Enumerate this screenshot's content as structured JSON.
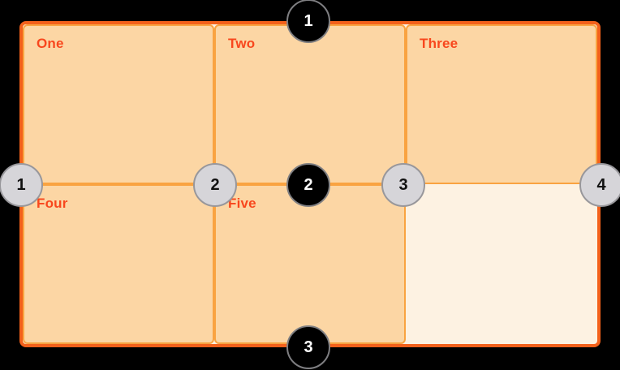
{
  "diagram": {
    "description": "CSS grid diagram with numbered grid lines",
    "grid": {
      "columns": 3,
      "rows": 2,
      "cells": [
        {
          "label": "One"
        },
        {
          "label": "Two"
        },
        {
          "label": "Three"
        },
        {
          "label": "Four"
        },
        {
          "label": "Five"
        }
      ],
      "empty_cell": {
        "present": true,
        "position": "row 2, column 3"
      }
    },
    "line_numbers": {
      "rows": [
        "1",
        "2",
        "3"
      ],
      "columns": [
        "1",
        "2",
        "3",
        "4"
      ]
    },
    "colors": {
      "background": "#000000",
      "container_border": "#F3611B",
      "cell_border": "#F9A341",
      "cell_fill": "#FCD6A4",
      "empty_cell_fill": "#FDF2E2",
      "label_text": "#F8471D",
      "row_badge_fill": "#000000",
      "row_badge_text": "#FFFFFF",
      "column_badge_fill": "#D6D5D9",
      "column_badge_text": "#111111"
    }
  }
}
